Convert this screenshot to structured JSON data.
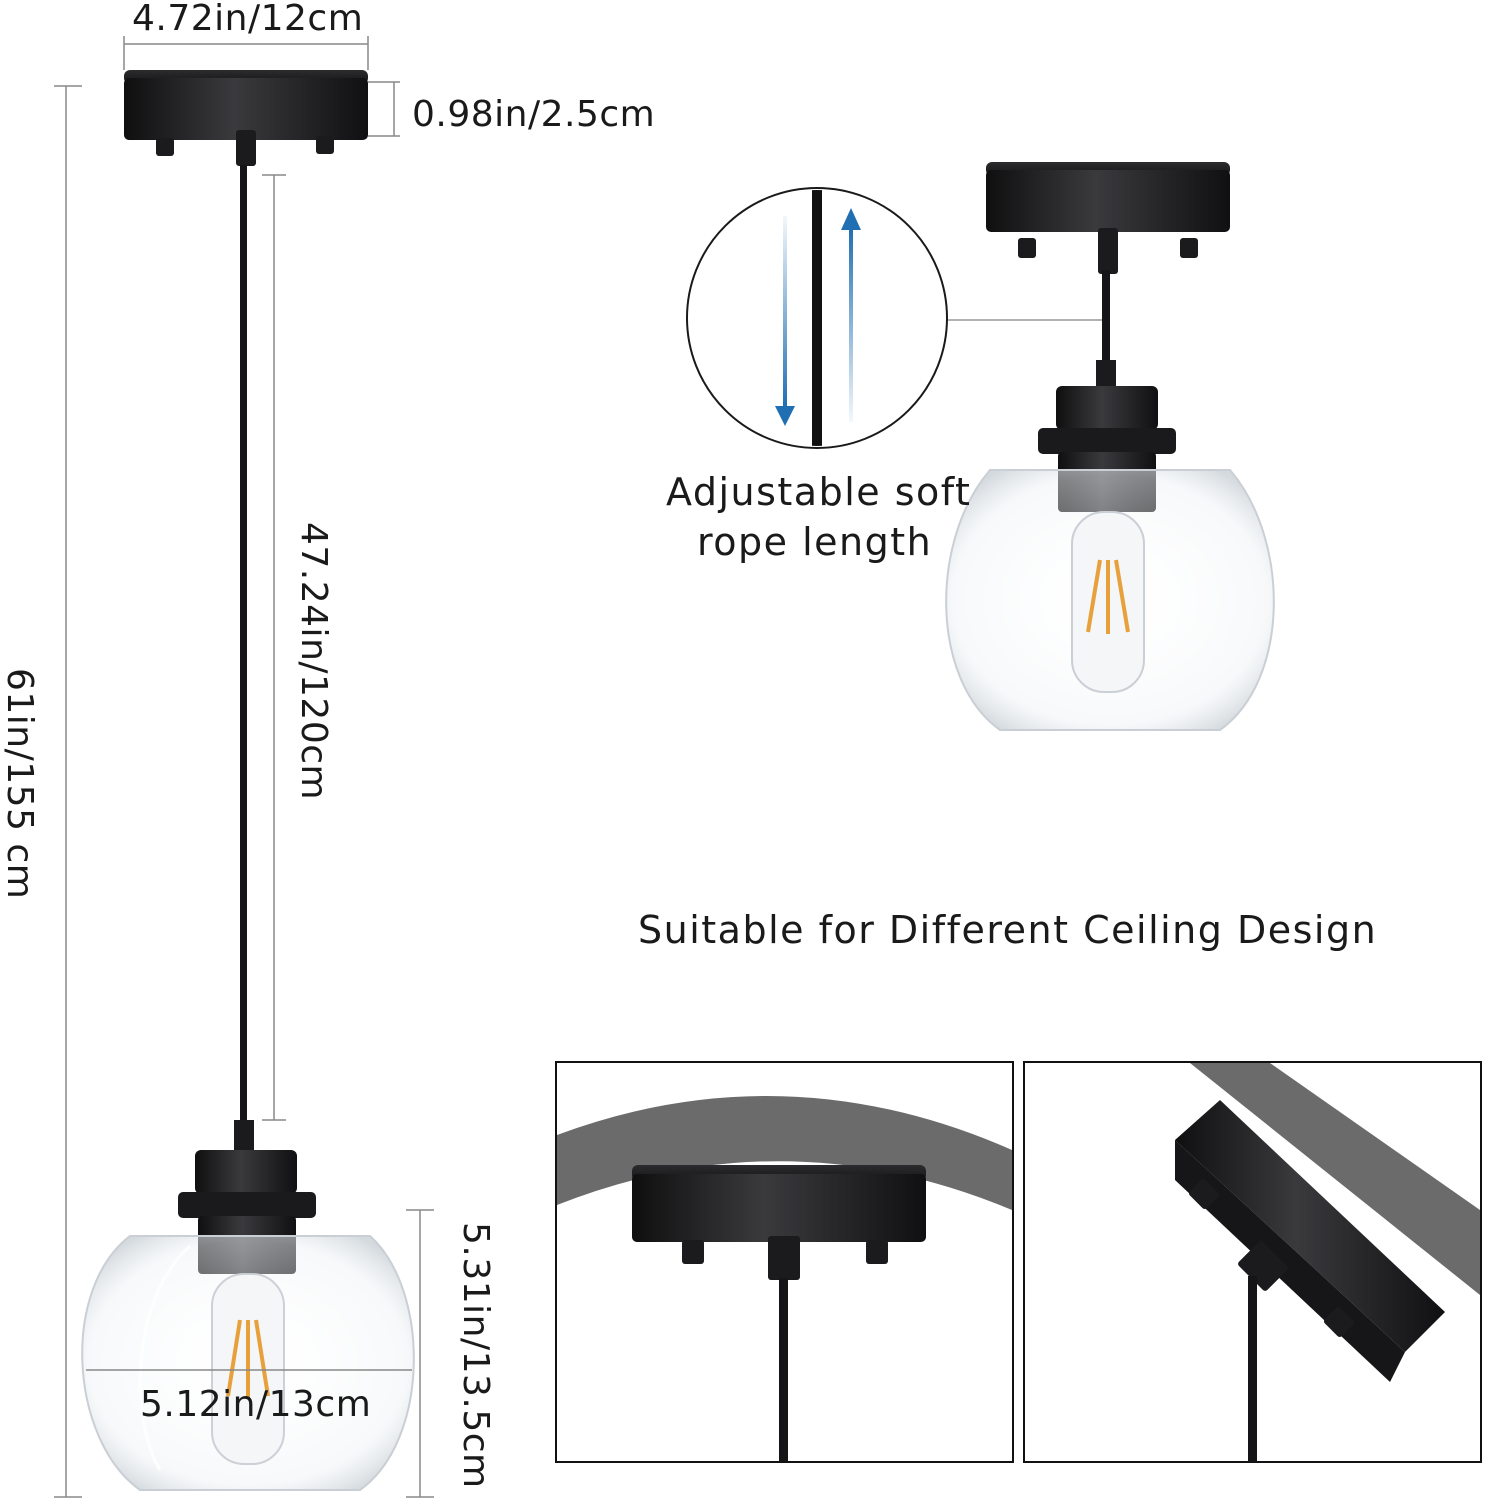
{
  "dimensions": {
    "canopy_width": "4.72in/12cm",
    "canopy_height": "0.98in/2.5cm",
    "total_height": "61in/155 cm",
    "rope_length": "47.24in/120cm",
    "shade_width": "5.12in/13cm",
    "shade_height": "5.31in/13.5cm"
  },
  "callout": {
    "line1": "Adjustable soft",
    "line2": "rope length"
  },
  "ceiling_caption": "Suitable for Different Ceiling Design",
  "colors": {
    "metal": "#1c1c1e",
    "arrow": "#1f6fb2",
    "bulb_filament": "#e8a03a",
    "ceiling": "#6b6b6b"
  }
}
